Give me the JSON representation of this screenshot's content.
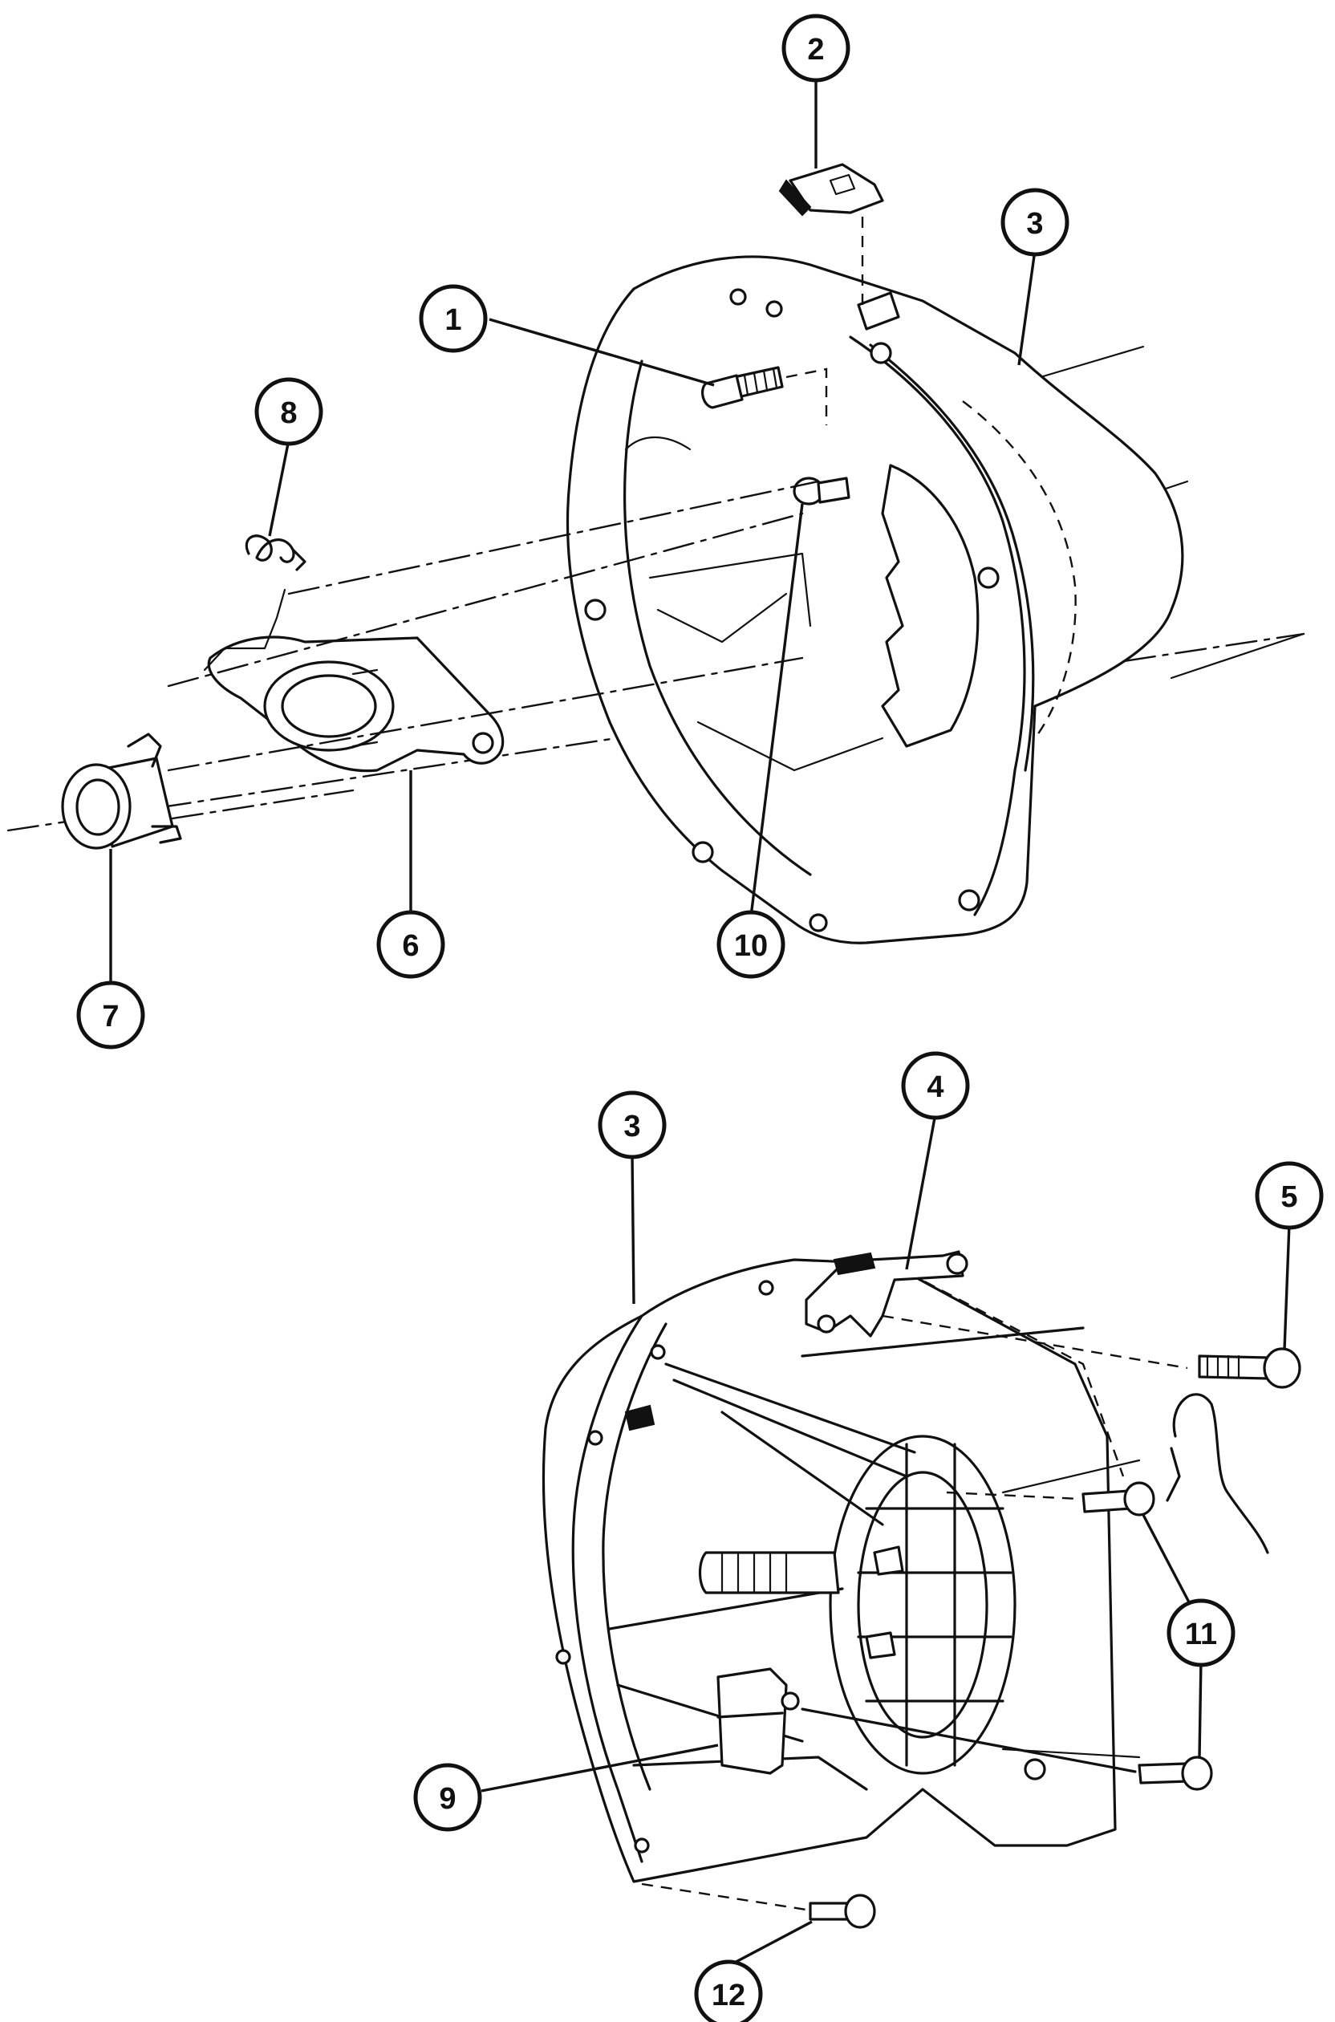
{
  "callouts": [
    {
      "id": "c1",
      "label": "1"
    },
    {
      "id": "c2",
      "label": "2"
    },
    {
      "id": "c3a",
      "label": "3"
    },
    {
      "id": "c8",
      "label": "8"
    },
    {
      "id": "c6",
      "label": "6"
    },
    {
      "id": "c7",
      "label": "7"
    },
    {
      "id": "c10",
      "label": "10"
    },
    {
      "id": "c3b",
      "label": "3"
    },
    {
      "id": "c4",
      "label": "4"
    },
    {
      "id": "c5",
      "label": "5"
    },
    {
      "id": "c11",
      "label": "11"
    },
    {
      "id": "c9",
      "label": "9"
    },
    {
      "id": "c12",
      "label": "12"
    }
  ]
}
